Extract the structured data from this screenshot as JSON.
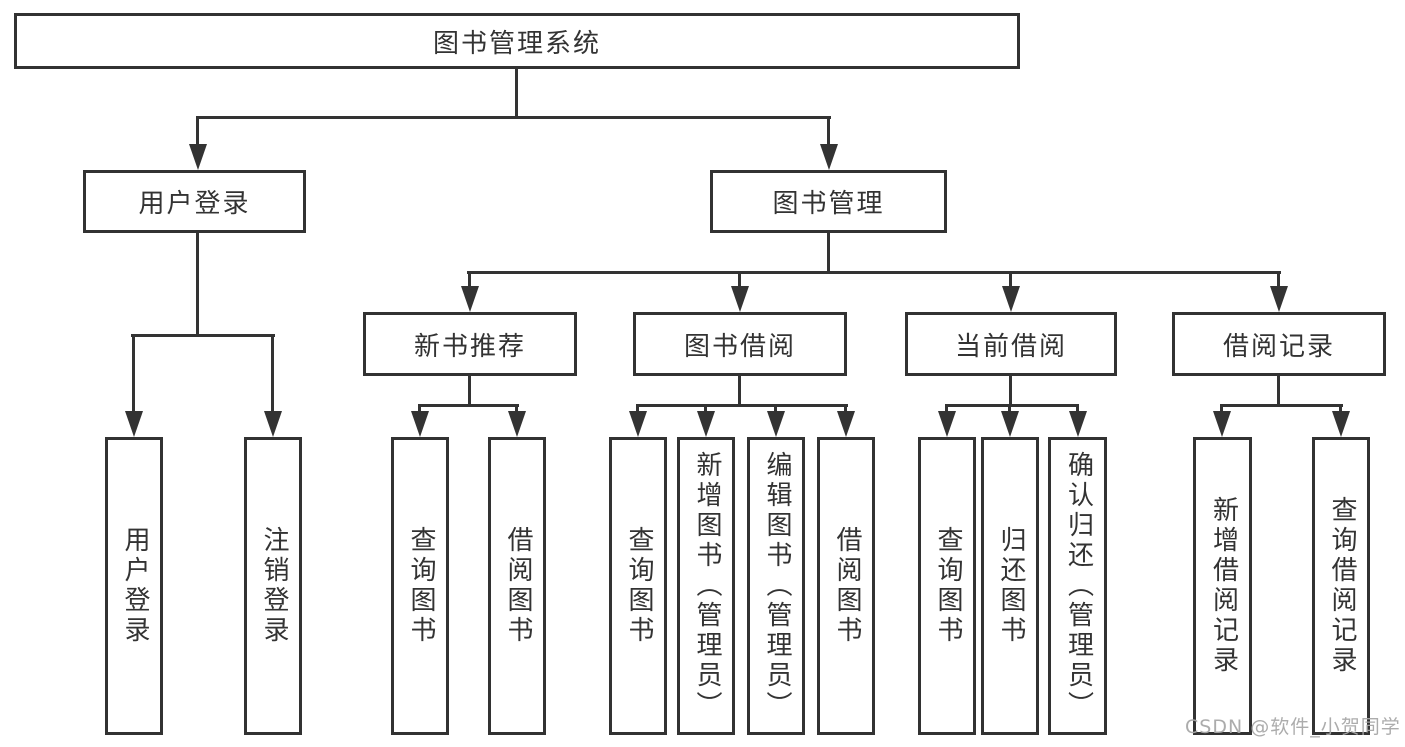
{
  "diagram": {
    "tree": {
      "label": "图书管理系统",
      "children": [
        {
          "label": "用户登录",
          "children": [
            {
              "label": "用户登录"
            },
            {
              "label": "注销登录"
            }
          ]
        },
        {
          "label": "图书管理",
          "children": [
            {
              "label": "新书推荐",
              "children": [
                {
                  "label": "查询图书"
                },
                {
                  "label": "借阅图书"
                }
              ]
            },
            {
              "label": "图书借阅",
              "children": [
                {
                  "label": "查询图书"
                },
                {
                  "label": "新增图书（管理员）"
                },
                {
                  "label": "编辑图书（管理员）"
                },
                {
                  "label": "借阅图书"
                }
              ]
            },
            {
              "label": "当前借阅",
              "children": [
                {
                  "label": "查询图书"
                },
                {
                  "label": "归还图书"
                },
                {
                  "label": "确认归还（管理员）"
                }
              ]
            },
            {
              "label": "借阅记录",
              "children": [
                {
                  "label": "新增借阅记录"
                },
                {
                  "label": "查询借阅记录"
                }
              ]
            }
          ]
        }
      ]
    },
    "colors": {
      "line": "#333333",
      "box_border": "#323232",
      "text": "#333333",
      "background": "#ffffff",
      "watermark": "#a8a8a8"
    }
  },
  "watermark": {
    "text": "CSDN @软件_小贺同学"
  }
}
